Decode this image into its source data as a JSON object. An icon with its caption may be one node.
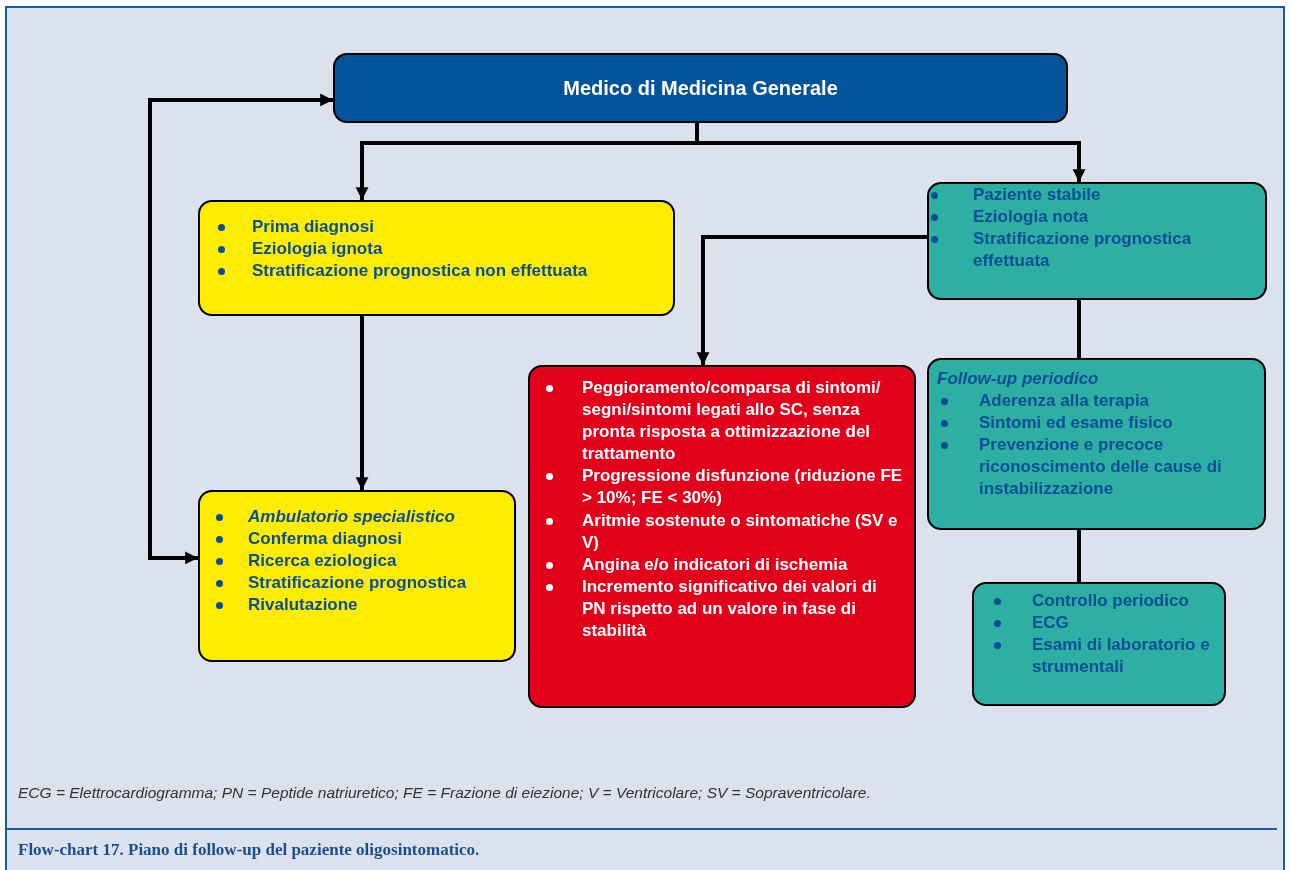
{
  "diagram": {
    "caption": "Flow-chart 17. Piano di follow-up del paziente oligosintomatico.",
    "nodes": [
      {
        "text": [
          "Medico di Medicina Generale"
        ]
      },
      {
        "text": [
          "Prima diagnosi",
          "Eziologia ignota",
          "Stratificazione prognostica non effettuata"
        ]
      },
      {
        "text": [
          "Paziente stabile",
          "Eziologia nota",
          "Stratificazione prognostica effettuata"
        ]
      },
      {
        "text": [
          "Peggioramento/comparsa di sintomi/ segni/sintomi legati allo SC, senza pronta risposta a ottimizzazione del trattamento",
          "Progressione disfunzione (riduzione FE > 10%; FE < 30%)",
          "Aritmie sostenute o sintomatiche (SV e V)",
          "Angina e/o indicatori di ischemia",
          "Incremento significativo dei valori di PN rispetto ad un valore in fase di stabilità"
        ]
      },
      {
        "text": [
          "*Ambulatorio specialistico*",
          "Conferma diagnosi",
          "Ricerca eziologica",
          "Stratificazione prognostica",
          "Rivalutazione"
        ]
      },
      {
        "text": [
          "*Follow-up periodico*",
          "Aderenza alla terapia",
          "Sintomi ed esame fisico",
          "Prevenzione e precoce riconoscimento delle cause di instabilizzazione"
        ]
      },
      {
        "text": [
          "Controllo periodico",
          "ECG",
          "Esami di laboratorio e strumentali"
        ]
      }
    ],
    "edges": [
      {
        "from": 0,
        "to": 1,
        "arrow": "to"
      },
      {
        "from": 0,
        "to": 2,
        "arrow": "to"
      },
      {
        "from": 2,
        "to": 3,
        "arrow": "to"
      },
      {
        "from": 1,
        "to": 4,
        "arrow": "to"
      },
      {
        "from": 0,
        "to": 4,
        "arrow": "both"
      },
      {
        "from": 2,
        "to": 5,
        "arrow": "none"
      },
      {
        "from": 5,
        "to": 6,
        "arrow": "none"
      }
    ],
    "labels": [
      "ECG = Elettrocardiogramma; PN = Peptide natriuretico; FE = Frazione di eiezione; V = Ventricolare; SV = Sopraventricolare."
    ]
  }
}
